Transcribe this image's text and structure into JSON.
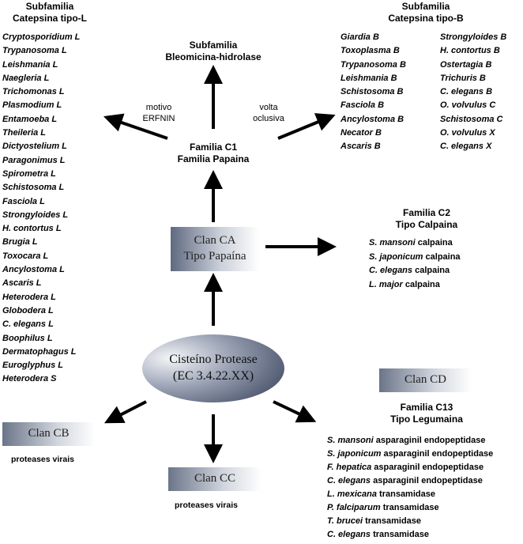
{
  "subfam_l": {
    "title_line1": "Subfamilia",
    "title_line2": "Catepsina tipo-L",
    "items": [
      "Cryptosporidium L",
      "Trypanosoma L",
      "Leishmania L",
      "Naegleria L",
      "Trichomonas L",
      "Plasmodium L",
      "Entamoeba L",
      "Theileria L",
      "Dictyostelium L",
      "Paragonimus L",
      "Spirometra L",
      "Schistosoma L",
      "Fasciola L",
      "Strongyloides L",
      "H. contortus L",
      "Brugia L",
      "Toxocara L",
      "Ancylostoma L",
      "Ascaris L",
      "Heterodera L",
      "Globodera L",
      "C. elegans L",
      "Boophilus L",
      "Dermatophagus L",
      "Euroglyphus L",
      "Heterodera S"
    ]
  },
  "subfam_b": {
    "title_line1": "Subfamilia",
    "title_line2": "Catepsina tipo-B",
    "col1": [
      "Giardia B",
      "Toxoplasma B",
      "Trypanosoma B",
      "Leishmania B",
      "Schistosoma B",
      "Fasciola B",
      "Ancylostoma B",
      "Necator B",
      "Ascaris B"
    ],
    "col2": [
      "Strongyloides B",
      "H. contortus B",
      "Ostertagia B",
      "Trichuris B",
      "C. elegans B",
      "O. volvulus C",
      "Schistosoma C",
      "O. volvulus X",
      "C. elegans X"
    ]
  },
  "bleomicina": {
    "line1": "Subfamilia",
    "line2": "Bleomicina-hidrolase"
  },
  "motivo": {
    "line1": "motivo",
    "line2": "ERFNIN"
  },
  "volta": {
    "line1": "volta",
    "line2": "oclusiva"
  },
  "familia_c1": {
    "line1": "Familia C1",
    "line2": "Familia Papaina"
  },
  "clan_ca": {
    "line1": "Clan CA",
    "line2": "Tipo Papaína"
  },
  "familia_c2": {
    "line1": "Familia C2",
    "line2": "Tipo Calpaina",
    "items": [
      {
        "species": "S. mansoni",
        "rest": " calpaina"
      },
      {
        "species": "S. japonicum",
        "rest": " calpaina"
      },
      {
        "species": "C. elegans",
        "rest": " calpaina"
      },
      {
        "species": "L. major",
        "rest": " calpaina"
      }
    ]
  },
  "center": {
    "line1": "Cisteíno Protease",
    "line2": "(EC 3.4.22.XX)"
  },
  "clan_cd": {
    "label": "Clan CD"
  },
  "clan_cb": {
    "label": "Clan CB",
    "desc": "proteases virais"
  },
  "clan_cc": {
    "label": "Clan CC",
    "desc": "proteases virais"
  },
  "familia_c13": {
    "line1": "Familia C13",
    "line2": "Tipo Legumaina",
    "items": [
      {
        "species": "S. mansoni",
        "rest": " asparaginil endopeptidase"
      },
      {
        "species": "S. japonicum",
        "rest": " asparaginil endopeptidase"
      },
      {
        "species": "F. hepatica",
        "rest": " asparaginil endopeptidase"
      },
      {
        "species": "C. elegans",
        "rest": " asparaginil endopeptidase"
      },
      {
        "species": "L. mexicana",
        "rest": " transamidase"
      },
      {
        "species": "P. falciparum",
        "rest": " transamidase"
      },
      {
        "species": "T. brucei",
        "rest": " transamidase"
      },
      {
        "species": "C. elegans",
        "rest": " transamidase"
      }
    ]
  },
  "colors": {
    "box_dark": "#5f6a80",
    "box_light": "#ffffff",
    "arrow": "#000000"
  }
}
